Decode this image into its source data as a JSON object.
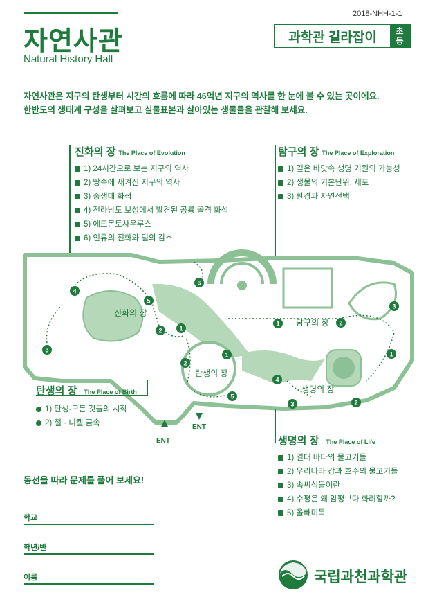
{
  "header": {
    "title_ko": "자연사관",
    "title_en": "Natural History Hall",
    "doc_code": "2018-NHH-1-1",
    "guide_label": "과학관 길라잡이",
    "guide_level": "초등"
  },
  "intro": {
    "line1": "자연사관은 지구의 탄생부터 시간의 흐름에 따라 46억년 지구의 역사를 한 눈에 볼 수 있는 곳이에요.",
    "line2": "한반도의 생태계 구성을 살펴보고 실물표본과 살아있는 생물들을 관찰해 보세요."
  },
  "sections": {
    "evolution": {
      "title": "진화의 장",
      "subtitle": "The Place of Evolution",
      "icon": "dinosaur-icon",
      "items": [
        "1) 24시간으로 보는 지구의 역사",
        "2) 땅속에 새겨진 지구의 역사",
        "3) 중생대 화석",
        "4) 전라남도 보성에서 발견된 공룡 골격 화석",
        "5) 에드몬토사우루스",
        "6) 인류의 진화와 털의 감소"
      ]
    },
    "exploration": {
      "title": "탐구의 장",
      "subtitle": "The Place of Exploration",
      "icon": "flame-icon",
      "items": [
        "1) 깊은 바닷속 생명 기원의 가능성",
        "2) 생물의 기본단위, 세포",
        "3) 환경과 자연선택"
      ]
    },
    "birth": {
      "title": "탄생의 장",
      "subtitle": "The Place of Birth",
      "icon": "planet-icon",
      "items": [
        "1) 탄생-모든 것들의 시작",
        "2) 철 · 니켈 금속"
      ]
    },
    "life": {
      "title": "생명의 장",
      "subtitle": "The Place of Life",
      "icon": "fish-icon",
      "items": [
        "1) 열대 바다의 물고기들",
        "2) 우리나라 강과 호수의 물고기들",
        "3) 속씨식물이란",
        "4) 수평은 왜 암평보다 화려할까?",
        "5) 올빼미목"
      ]
    }
  },
  "map": {
    "labels": {
      "evolution": "진화의 장",
      "exploration": "탐구의 장",
      "birth": "탄생의 장",
      "life": "생명의 장"
    },
    "entrance": "ENT"
  },
  "prompt": "동선을 따라 문제를 풀어 보세요!",
  "fields": [
    "학교",
    "학년/반",
    "이름"
  ],
  "logo": {
    "text": "국립과천과학관",
    "icon": "taegeuk-logo-icon"
  },
  "colors": {
    "primary": "#1f7a3d",
    "map_fill": "#b5d8b8",
    "map_wall": "#8cc095"
  }
}
